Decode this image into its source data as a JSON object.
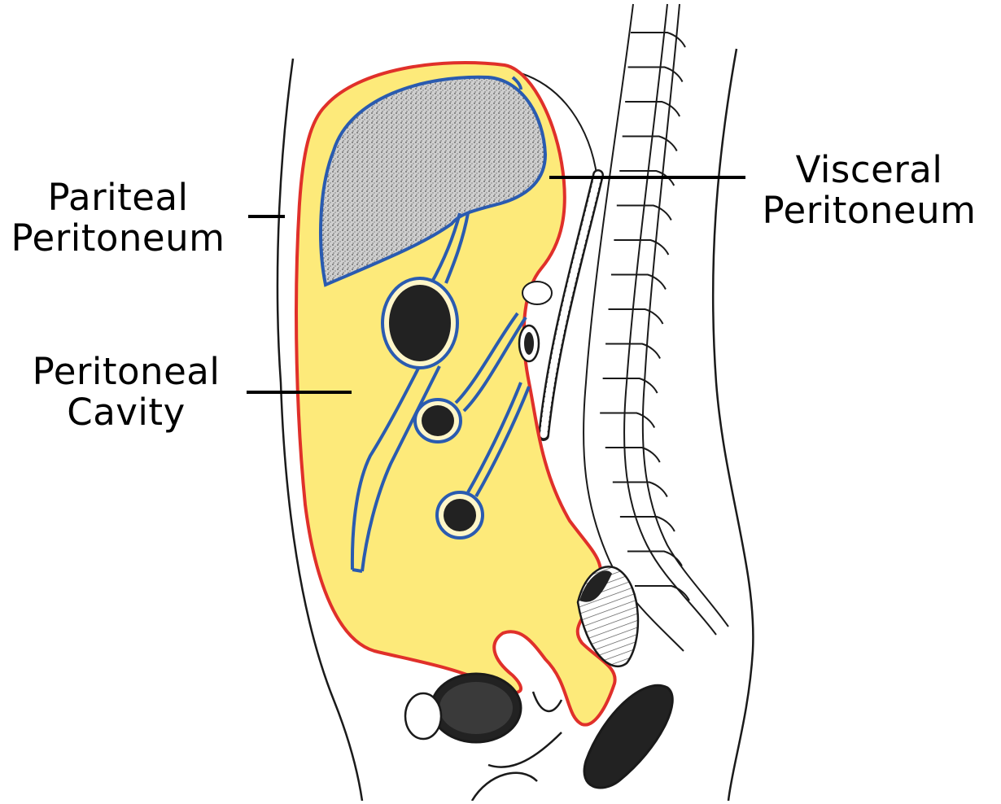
{
  "labels": {
    "parietal": {
      "line1": "Pariteal",
      "line2": "Peritoneum"
    },
    "cavity": {
      "line1": "Peritoneal",
      "line2": "Cavity"
    },
    "visceral": {
      "line1": "Visceral",
      "line2": "Peritoneum"
    }
  },
  "colors": {
    "cavity_fill": "#fdea7a",
    "parietal_line": "#e0302a",
    "visceral_line": "#2a5bb0",
    "ink": "#1a1a1a",
    "organ_fill": "#222222",
    "liver_fill": "#bdbdbd"
  }
}
